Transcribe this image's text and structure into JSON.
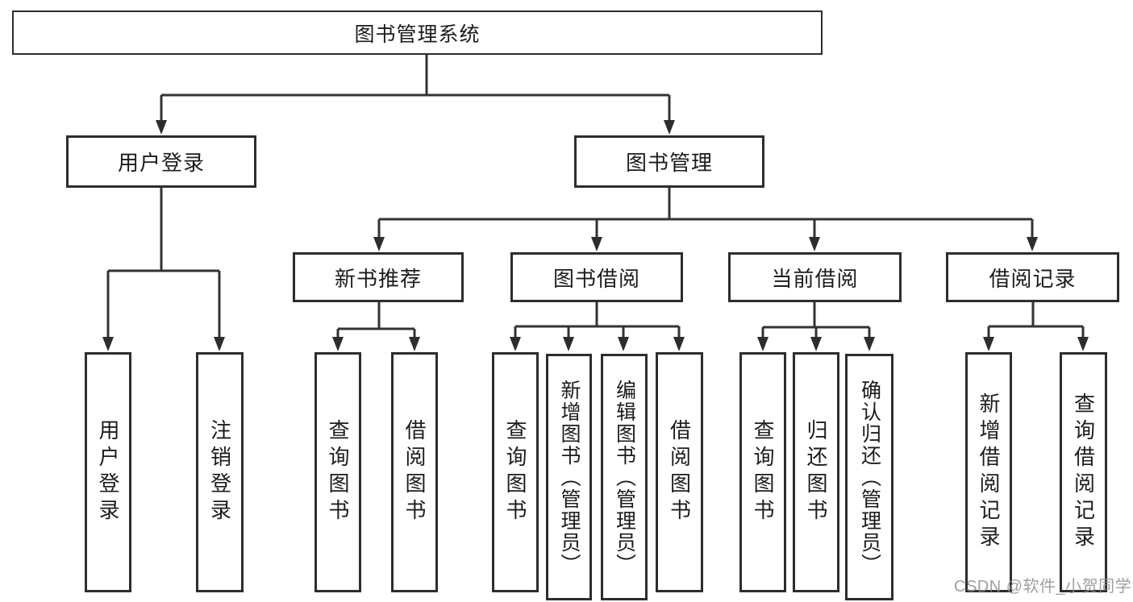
{
  "colors": {
    "line": "#333333",
    "box_border": "#2d2d2d",
    "background": "#ffffff",
    "text": "#1c1c1c",
    "watermark": "#8f8f8f"
  },
  "tree": {
    "root": {
      "label": "图书管理系统"
    },
    "branches": [
      {
        "label": "用户登录",
        "children": [
          {
            "label": "用户登录"
          },
          {
            "label": "注销登录"
          }
        ]
      },
      {
        "label": "图书管理",
        "groups": [
          {
            "label": "新书推荐",
            "children": [
              {
                "label": "查询图书"
              },
              {
                "label": "借阅图书"
              }
            ]
          },
          {
            "label": "图书借阅",
            "children": [
              {
                "label": "查询图书"
              },
              {
                "label": "新增图书（管理员）"
              },
              {
                "label": "编辑图书（管理员）"
              },
              {
                "label": "借阅图书"
              }
            ]
          },
          {
            "label": "当前借阅",
            "children": [
              {
                "label": "查询图书"
              },
              {
                "label": "归还图书"
              },
              {
                "label": "确认归还（管理员）"
              }
            ]
          },
          {
            "label": "借阅记录",
            "children": [
              {
                "label": "新增借阅记录"
              },
              {
                "label": "查询借阅记录"
              }
            ]
          }
        ]
      }
    ]
  },
  "watermark": {
    "text": "CSDN @软件_小贺同学"
  }
}
